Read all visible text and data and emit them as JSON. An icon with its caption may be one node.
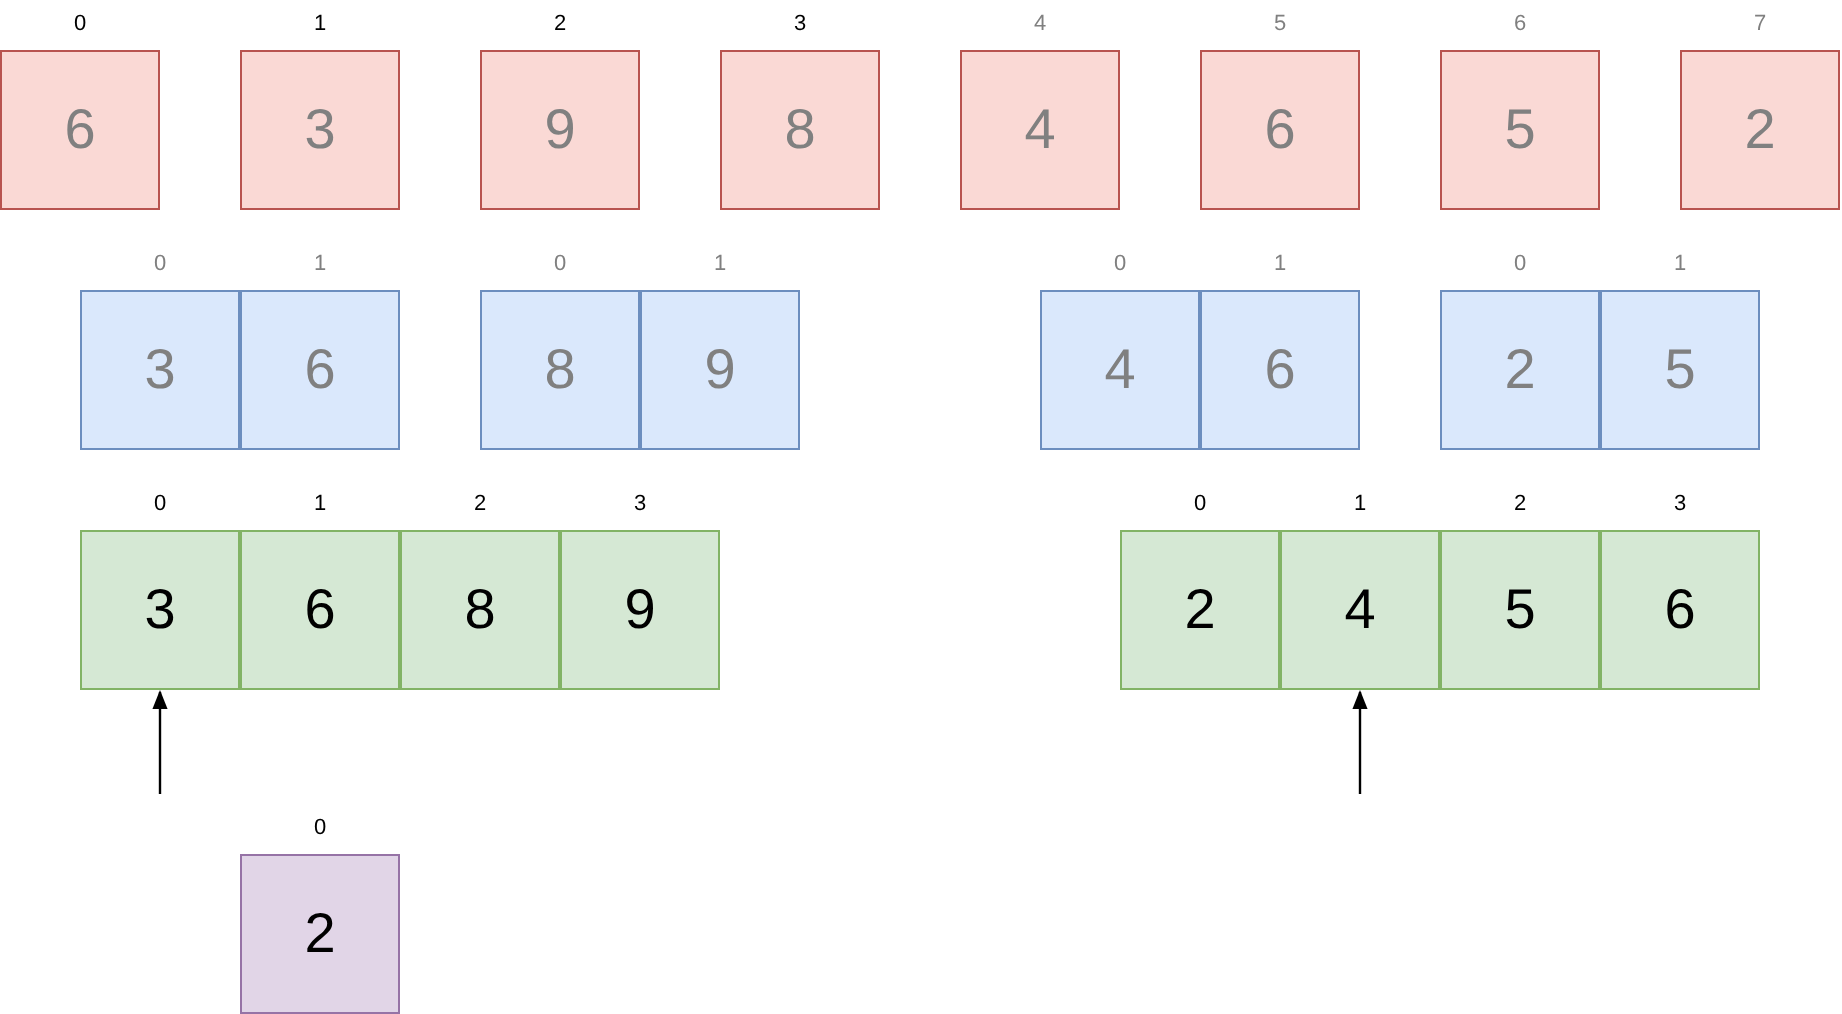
{
  "diagram": {
    "nodes": [
      {
        "text": [
          "6"
        ],
        "beside": [
          "0"
        ]
      },
      {
        "text": [
          "3"
        ],
        "beside": [
          "1"
        ]
      },
      {
        "text": [
          "9"
        ],
        "beside": [
          "2"
        ]
      },
      {
        "text": [
          "8"
        ],
        "beside": [
          "3"
        ]
      },
      {
        "text": [
          "4"
        ],
        "beside": [
          "4"
        ]
      },
      {
        "text": [
          "6"
        ],
        "beside": [
          "5"
        ]
      },
      {
        "text": [
          "5"
        ],
        "beside": [
          "6"
        ]
      },
      {
        "text": [
          "2"
        ],
        "beside": [
          "7"
        ]
      },
      {
        "text": [
          "3"
        ],
        "beside": [
          "0"
        ]
      },
      {
        "text": [
          "6"
        ],
        "beside": [
          "1"
        ]
      },
      {
        "text": [
          "8"
        ],
        "beside": [
          "0"
        ]
      },
      {
        "text": [
          "9"
        ],
        "beside": [
          "1"
        ]
      },
      {
        "text": [
          "4"
        ],
        "beside": [
          "0"
        ]
      },
      {
        "text": [
          "6"
        ],
        "beside": [
          "1"
        ]
      },
      {
        "text": [
          "2"
        ],
        "beside": [
          "0"
        ]
      },
      {
        "text": [
          "5"
        ],
        "beside": [
          "1"
        ]
      },
      {
        "text": [
          "3"
        ],
        "beside": [
          "0"
        ]
      },
      {
        "text": [
          "6"
        ],
        "beside": [
          "1"
        ]
      },
      {
        "text": [
          "8"
        ],
        "beside": [
          "2"
        ]
      },
      {
        "text": [
          "9"
        ],
        "beside": [
          "3"
        ]
      },
      {
        "text": [
          "2"
        ],
        "beside": [
          "0"
        ]
      },
      {
        "text": [
          "4"
        ],
        "beside": [
          "1"
        ]
      },
      {
        "text": [
          "5"
        ],
        "beside": [
          "2"
        ]
      },
      {
        "text": [
          "6"
        ],
        "beside": [
          "3"
        ]
      },
      {
        "text": [
          "2"
        ],
        "beside": [
          "0"
        ]
      }
    ],
    "edges": [
      {
        "from": null,
        "to": 16,
        "arrow": "to"
      },
      {
        "from": null,
        "to": 21,
        "arrow": "to"
      }
    ]
  }
}
